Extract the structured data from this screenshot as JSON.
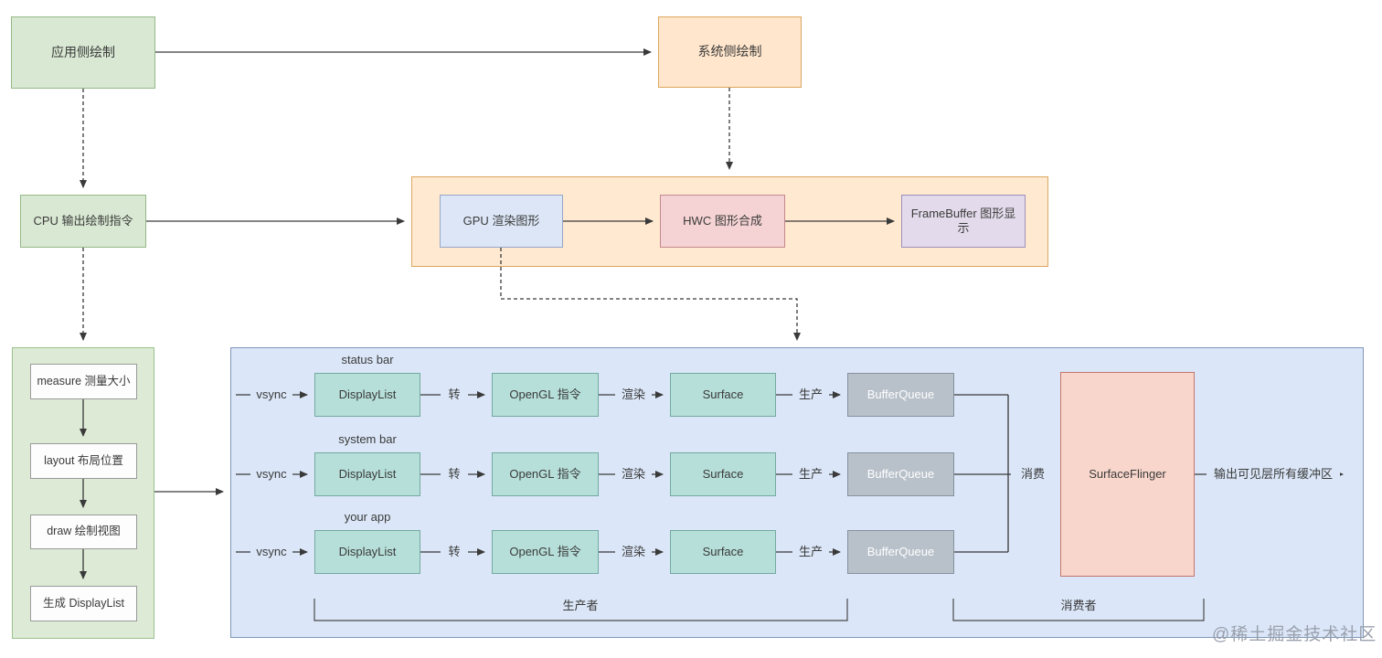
{
  "diagram": {
    "nodes": {
      "app_side": "应用侧绘制",
      "system_side": "系统侧绘制",
      "cpu_cmd": "CPU 输出绘制指令",
      "gpu": "GPU 渲染图形",
      "hwc": "HWC 图形合成",
      "framebuffer": "FrameBuffer 图形显示",
      "measure": "measure 测量大小",
      "layout": "layout 布局位置",
      "draw": "draw 绘制视图",
      "gen_displaylist": "生成 DisplayList",
      "surface_flinger": "SurfaceFlinger"
    },
    "rows": [
      {
        "label": "status bar"
      },
      {
        "label": "system bar"
      },
      {
        "label": "your app"
      }
    ],
    "stages": {
      "displaylist": "DisplayList",
      "opengl": "OpenGL 指令",
      "surface": "Surface",
      "bufferqueue": "BufferQueue"
    },
    "edges": {
      "vsync": "vsync",
      "convert": "转",
      "render": "渲染",
      "produce": "生产",
      "consume": "消费",
      "output": "输出可见层所有缓冲区"
    },
    "groups": {
      "producer": "生产者",
      "consumer": "消费者"
    },
    "watermark": "@稀土掘金技术社区",
    "colors": {
      "green_fill": "#d9e8d3",
      "green_border": "#94b987",
      "orange_fill": "#ffe6cc",
      "orange_border": "#dba75f",
      "blue_container_fill": "#dbe7f8",
      "blue_container_border": "#8096b8",
      "lightblue_fill": "#dce6f7",
      "lightblue_border": "#97a6c6",
      "pink_fill": "#f5d2d3",
      "pink_border": "#c3898d",
      "purple_fill": "#e3dbeb",
      "purple_border": "#9d90b9",
      "teal_fill": "#b6dfd9",
      "teal_border": "#73a9a1",
      "gray_fill": "#b8c0c9",
      "gray_border": "#85929f",
      "salmon_fill": "#f8d6cb",
      "salmon_border": "#c5776c",
      "line": "#3a3a3a",
      "watermark": "#9aa0ad"
    }
  }
}
